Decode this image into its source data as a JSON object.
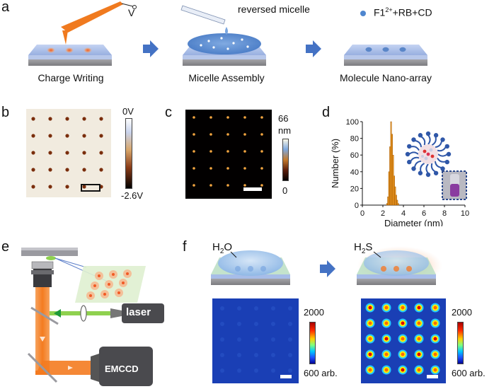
{
  "panels": {
    "a": {
      "label": "a",
      "step1_caption": "Charge Writing",
      "step2_caption": "Micelle Assembly",
      "step3_caption": "Molecule Nano-array",
      "voltage_label": "V",
      "micelle_label": "reversed micelle",
      "legend_base": "F1",
      "legend_sup": "2+",
      "legend_rest": "+RB+CD"
    },
    "b": {
      "label": "b",
      "cb_top": "0V",
      "cb_bottom": "-2.6V"
    },
    "c": {
      "label": "c",
      "cb_top_value": "66",
      "cb_top_unit": "nm",
      "cb_bottom": "0"
    },
    "d": {
      "label": "d"
    },
    "e": {
      "label": "e",
      "laser_label": "laser",
      "camera_label": "EMCCD"
    },
    "f": {
      "label": "f",
      "left_reagent_base": "H",
      "left_reagent_sub": "2",
      "left_reagent_rest": "O",
      "right_reagent_base": "H",
      "right_reagent_sub": "2",
      "right_reagent_rest": "S",
      "cb_top": "2000",
      "cb_bottom": "600 arb."
    }
  },
  "colors": {
    "substrate_top": "#a9bde6",
    "substrate_base": "#8f8f93",
    "charge_spot": "#ee7a3a",
    "micelle_blue": "#5b8fd2",
    "arrow_blue": "#4472c4",
    "histogram_bar": "#f39a1e",
    "laser_green": "#8fd14f",
    "emission_orange": "#f47b20"
  },
  "chart_data": {
    "type": "bar",
    "title": "",
    "xlabel": "Diameter (nm)",
    "ylabel": "Number (%)",
    "xlim": [
      0,
      10
    ],
    "ylim": [
      0,
      100
    ],
    "xticks": [
      0,
      2,
      4,
      6,
      8,
      10
    ],
    "yticks": [
      0,
      20,
      40,
      60,
      80,
      100
    ],
    "bin_width": 0.1,
    "x": [
      2.4,
      2.5,
      2.6,
      2.7,
      2.8,
      2.9,
      3.0,
      3.1,
      3.2,
      3.3,
      3.4,
      3.5
    ],
    "values": [
      2,
      10,
      40,
      70,
      100,
      85,
      60,
      35,
      22,
      12,
      6,
      2
    ],
    "grid": false
  }
}
